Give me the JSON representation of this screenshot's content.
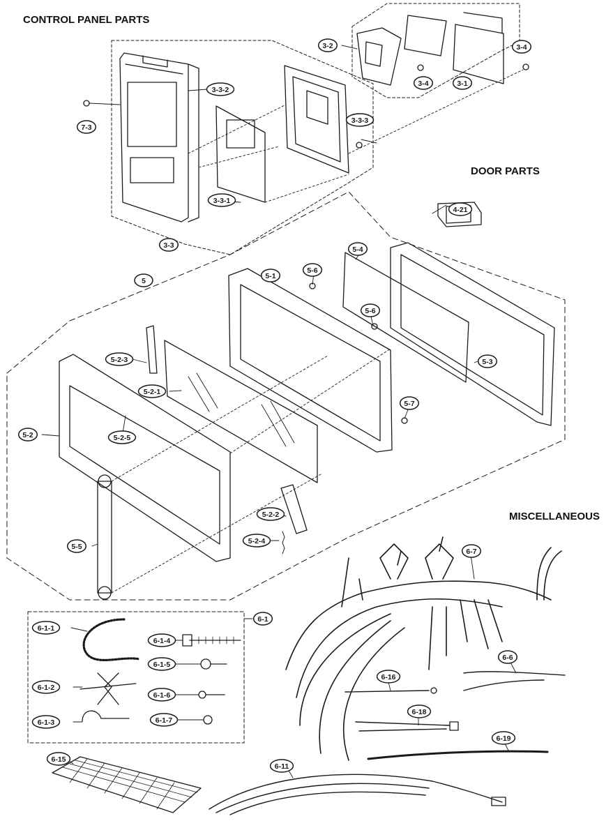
{
  "sections": {
    "control_panel": "CONTROL PANEL PARTS",
    "door": "DOOR PARTS",
    "misc": "MISCELLANEOUS"
  },
  "callouts": [
    "3-3-2",
    "7-3",
    "3-2",
    "3-4",
    "3-4",
    "3-1",
    "3-3-3",
    "3-3-1",
    "3-3",
    "4-21",
    "5-4",
    "5-6",
    "5-1",
    "5",
    "5-6",
    "5-2-3",
    "5-3",
    "5-2-1",
    "5-7",
    "5-2",
    "5-2-5",
    "5-2-2",
    "5-2-4",
    "5-5",
    "6-7",
    "6-1",
    "6-1-1",
    "6-1-4",
    "6-1-5",
    "6-6",
    "6-16",
    "6-1-2",
    "6-1-6",
    "6-18",
    "6-1-3",
    "6-1-7",
    "6-19",
    "6-15",
    "6-11"
  ],
  "colors": {
    "ink": "#1a1a1a",
    "paper": "#ffffff"
  }
}
